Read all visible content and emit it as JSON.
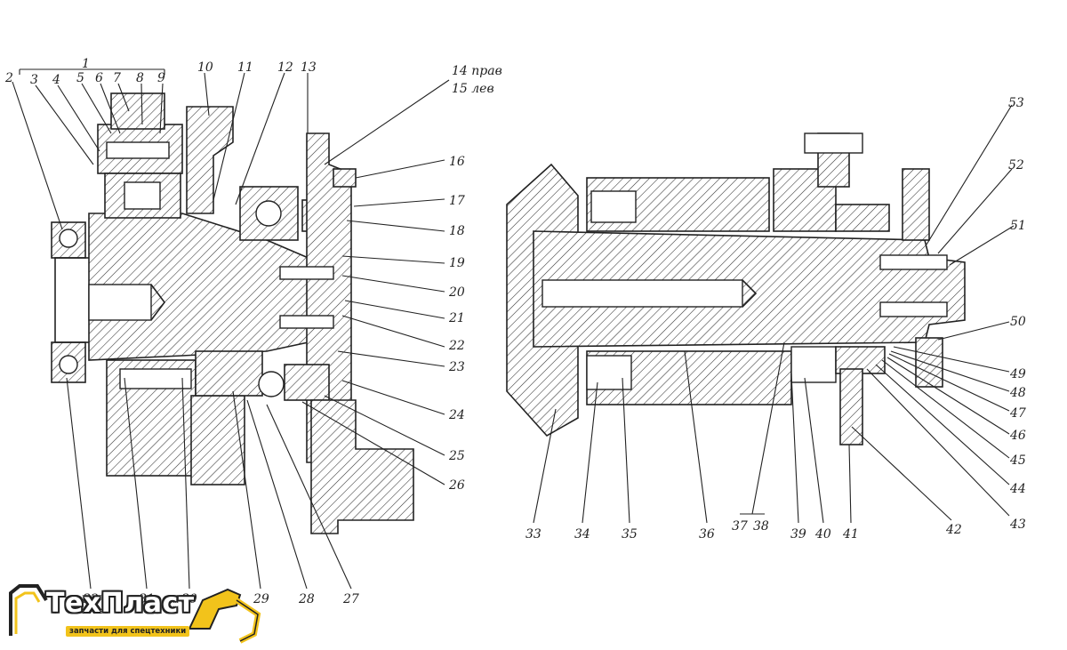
{
  "labels": [
    {
      "id": "1",
      "text": "1"
    },
    {
      "id": "2",
      "text": "2"
    },
    {
      "id": "3",
      "text": "3"
    },
    {
      "id": "4",
      "text": "4"
    },
    {
      "id": "5",
      "text": "5"
    },
    {
      "id": "6",
      "text": "6"
    },
    {
      "id": "7",
      "text": "7"
    },
    {
      "id": "8",
      "text": "8"
    },
    {
      "id": "9",
      "text": "9"
    },
    {
      "id": "10",
      "text": "10"
    },
    {
      "id": "11",
      "text": "11"
    },
    {
      "id": "12",
      "text": "12"
    },
    {
      "id": "13",
      "text": "13"
    },
    {
      "id": "14",
      "text": "14 прав"
    },
    {
      "id": "15",
      "text": "15 лев"
    },
    {
      "id": "16",
      "text": "16"
    },
    {
      "id": "17",
      "text": "17"
    },
    {
      "id": "18",
      "text": "18"
    },
    {
      "id": "19",
      "text": "19"
    },
    {
      "id": "20",
      "text": "20"
    },
    {
      "id": "21",
      "text": "21"
    },
    {
      "id": "22",
      "text": "22"
    },
    {
      "id": "23",
      "text": "23"
    },
    {
      "id": "24",
      "text": "24"
    },
    {
      "id": "25",
      "text": "25"
    },
    {
      "id": "26",
      "text": "26"
    },
    {
      "id": "27",
      "text": "27"
    },
    {
      "id": "28",
      "text": "28"
    },
    {
      "id": "29",
      "text": "29"
    },
    {
      "id": "30",
      "text": "30"
    },
    {
      "id": "31",
      "text": "31"
    },
    {
      "id": "32",
      "text": "32"
    },
    {
      "id": "33",
      "text": "33"
    },
    {
      "id": "34",
      "text": "34"
    },
    {
      "id": "35",
      "text": "35"
    },
    {
      "id": "36",
      "text": "36"
    },
    {
      "id": "37",
      "text": "37"
    },
    {
      "id": "38",
      "text": "38"
    },
    {
      "id": "39",
      "text": "39"
    },
    {
      "id": "40",
      "text": "40"
    },
    {
      "id": "41",
      "text": "41"
    },
    {
      "id": "42",
      "text": "42"
    },
    {
      "id": "43",
      "text": "43"
    },
    {
      "id": "44",
      "text": "44"
    },
    {
      "id": "45",
      "text": "45"
    },
    {
      "id": "46",
      "text": "46"
    },
    {
      "id": "47",
      "text": "47"
    },
    {
      "id": "48",
      "text": "48"
    },
    {
      "id": "49",
      "text": "49"
    },
    {
      "id": "50",
      "text": "50"
    },
    {
      "id": "51",
      "text": "51"
    },
    {
      "id": "52",
      "text": "52"
    },
    {
      "id": "53",
      "text": "53"
    }
  ],
  "logo": {
    "title": "ТехПласт",
    "subtitle": "запчасти для спецтехники",
    "accent_color": "#f2c31b",
    "icon": "excavator-icon"
  }
}
